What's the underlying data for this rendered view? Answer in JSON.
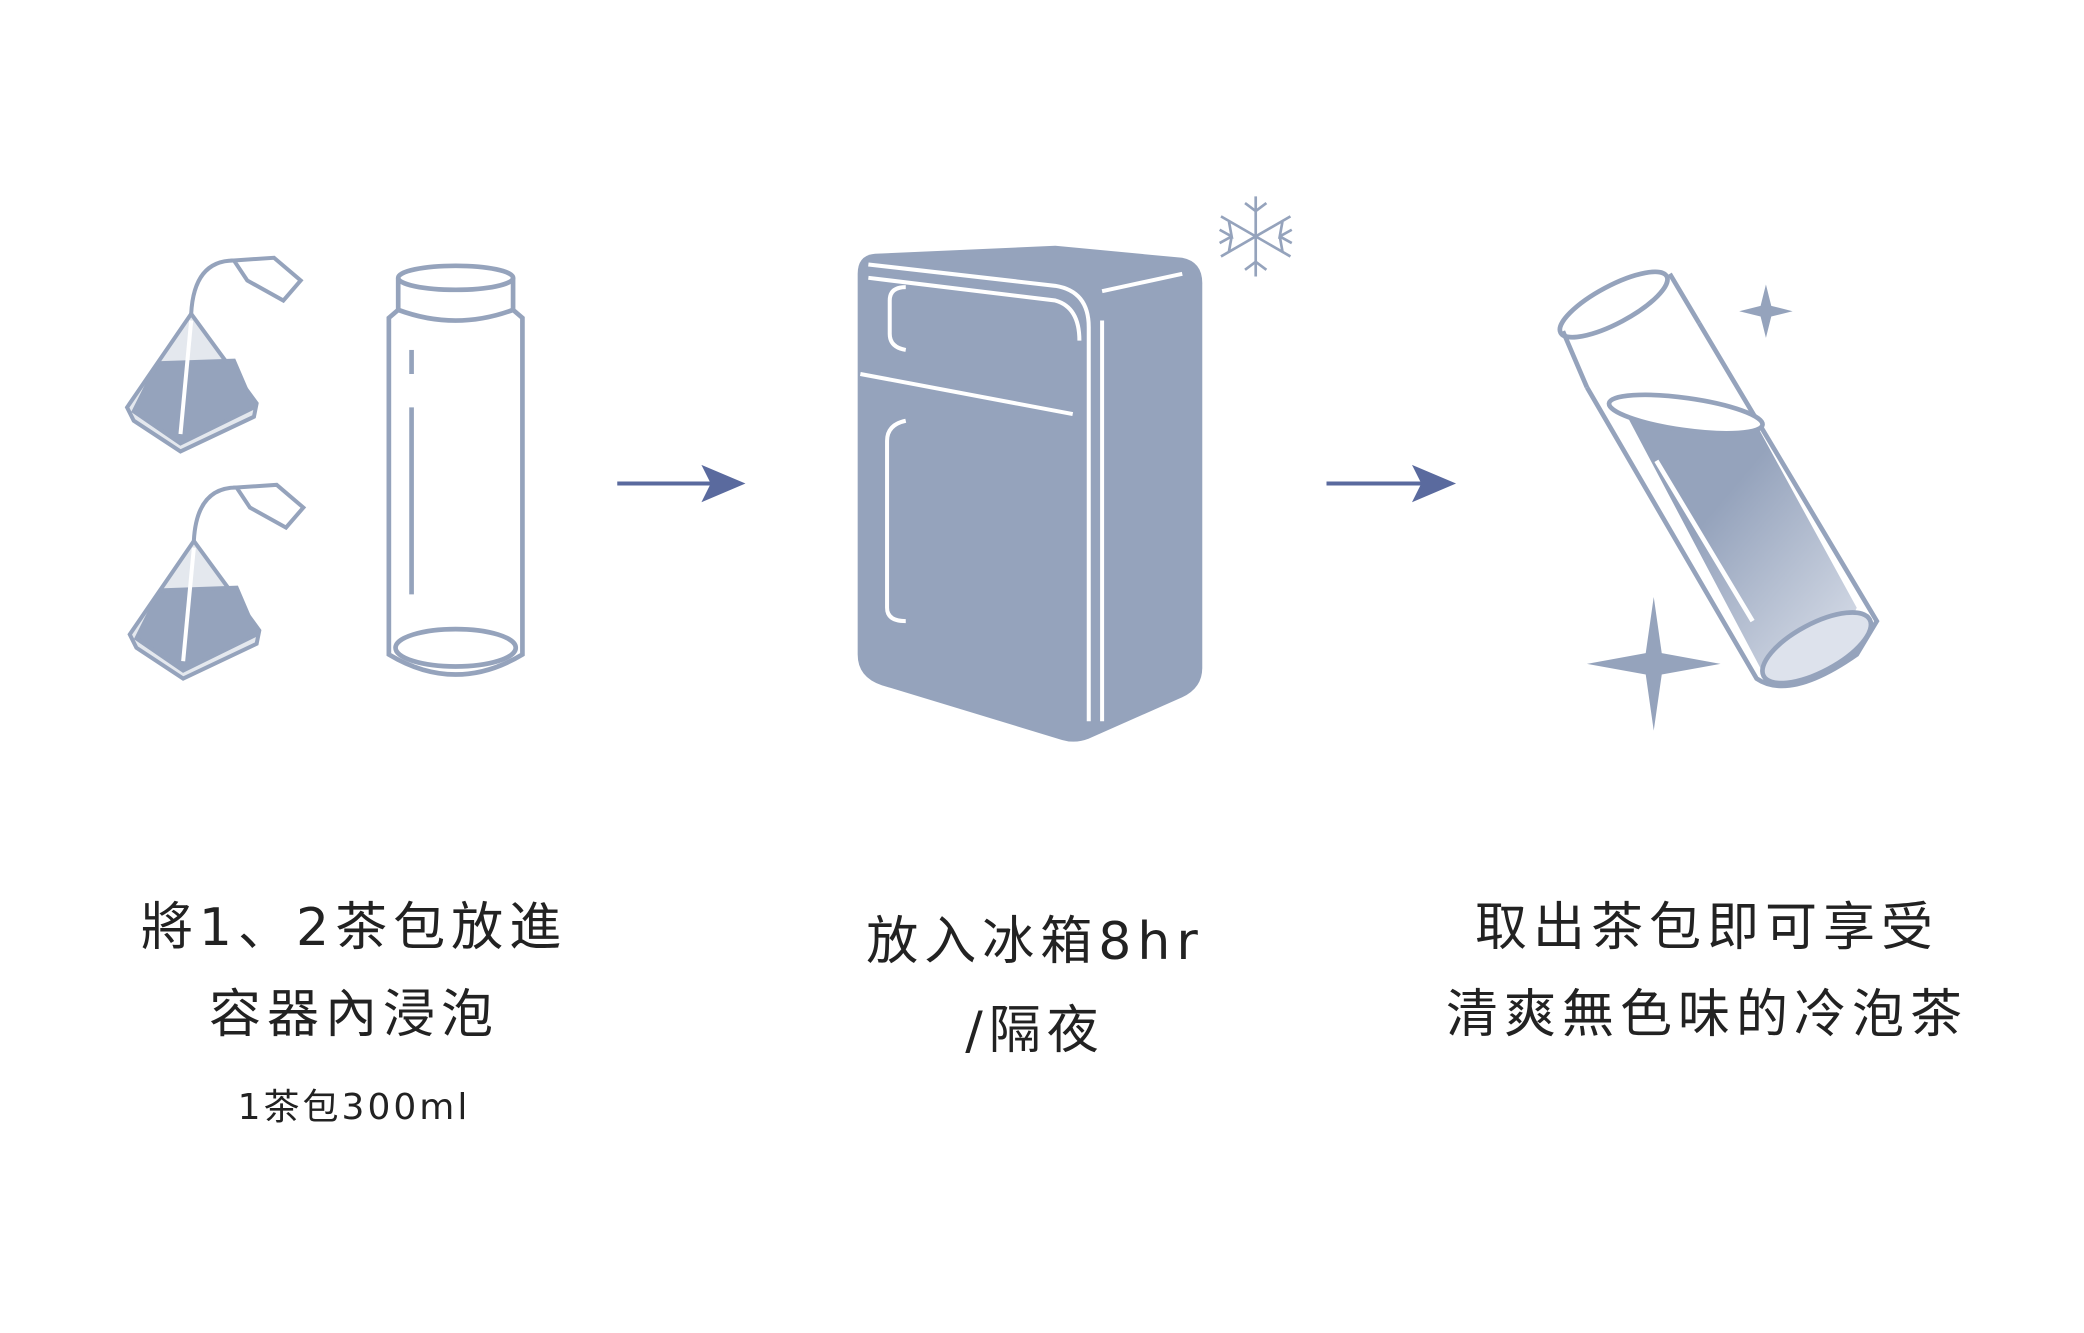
{
  "colors": {
    "icon": "#95a3bc",
    "arrow": "#5a6a9e",
    "text": "#222222"
  },
  "steps": [
    {
      "line1": "將1、2茶包放進",
      "line2": "容器內浸泡",
      "note": "1茶包300ml"
    },
    {
      "line1": "放入冰箱8hr",
      "line2": "/隔夜"
    },
    {
      "line1": "取出茶包即可享受",
      "line2": "清爽無色味的冷泡茶"
    }
  ]
}
